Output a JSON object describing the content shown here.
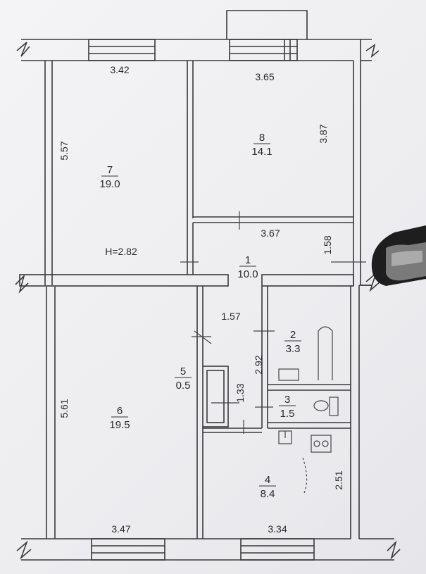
{
  "ceiling_height": "H=2.82",
  "rooms": [
    {
      "number": "7",
      "area": "19.0"
    },
    {
      "number": "8",
      "area": "14.1"
    },
    {
      "number": "1",
      "area": "10.0"
    },
    {
      "number": "2",
      "area": "3.3"
    },
    {
      "number": "3",
      "area": "1.5"
    },
    {
      "number": "5",
      "area": "0.5"
    },
    {
      "number": "6",
      "area": "19.5"
    },
    {
      "number": "4",
      "area": "8.4"
    }
  ],
  "dimensions": {
    "room7_width": "3.42",
    "room7_length": "5.57",
    "room8_width": "3.65",
    "room8_length": "3.87",
    "hall_width": "3.67",
    "hall_depth": "1.58",
    "corridor_width": "1.57",
    "bath_length": "2.92",
    "closet_length": "1.33",
    "room6_length": "5.61",
    "room6_width": "3.47",
    "kitchen_width": "3.34",
    "kitchen_length": "2.51"
  },
  "colors": {
    "wall": "#3a3a3a",
    "line": "#444444",
    "paper": "#f2f2f4",
    "marker": "#1e1e1e"
  }
}
